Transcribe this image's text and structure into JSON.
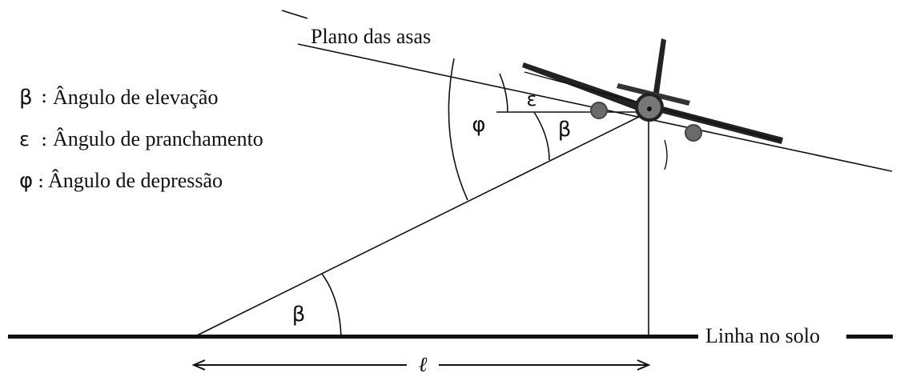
{
  "labels": {
    "wing_plane": "Plano das asas",
    "ground_line": "Linha no solo",
    "distance": "ℓ"
  },
  "legend": [
    {
      "symbol": "β",
      "sep": ":",
      "text": "Ângulo de elevação"
    },
    {
      "symbol": "ε",
      "sep": ":",
      "text": "Ângulo de pranchamento"
    },
    {
      "symbol": "φ",
      "sep": ":",
      "text": "Ângulo de depressão"
    }
  ],
  "angle_labels": {
    "elevation_ground": "β",
    "elevation_plane": "β",
    "banking": "ε",
    "depression": "φ"
  },
  "colors": {
    "line": "#111111",
    "engine": "#6b6b6b"
  }
}
